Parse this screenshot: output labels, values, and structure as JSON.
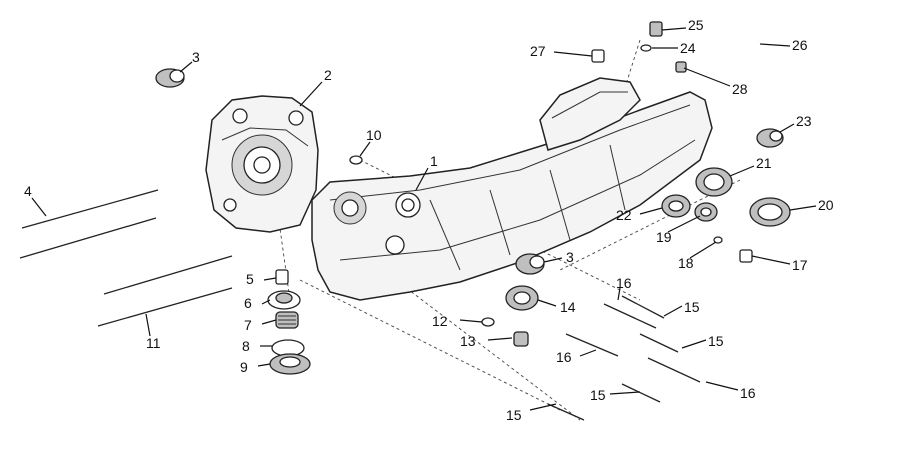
{
  "diagram": {
    "callouts": [
      {
        "id": "c1",
        "text": "1"
      },
      {
        "id": "c2",
        "text": "2"
      },
      {
        "id": "c3a",
        "text": "3"
      },
      {
        "id": "c3b",
        "text": "3"
      },
      {
        "id": "c4",
        "text": "4"
      },
      {
        "id": "c5",
        "text": "5"
      },
      {
        "id": "c6",
        "text": "6"
      },
      {
        "id": "c7",
        "text": "7"
      },
      {
        "id": "c8",
        "text": "8"
      },
      {
        "id": "c9",
        "text": "9"
      },
      {
        "id": "c10",
        "text": "10"
      },
      {
        "id": "c11",
        "text": "11"
      },
      {
        "id": "c12",
        "text": "12"
      },
      {
        "id": "c13",
        "text": "13"
      },
      {
        "id": "c14",
        "text": "14"
      },
      {
        "id": "c15a",
        "text": "15"
      },
      {
        "id": "c15b",
        "text": "15"
      },
      {
        "id": "c15c",
        "text": "15"
      },
      {
        "id": "c15d",
        "text": "15"
      },
      {
        "id": "c16a",
        "text": "16"
      },
      {
        "id": "c16b",
        "text": "16"
      },
      {
        "id": "c16c",
        "text": "16"
      },
      {
        "id": "c17",
        "text": "17"
      },
      {
        "id": "c18",
        "text": "18"
      },
      {
        "id": "c19",
        "text": "19"
      },
      {
        "id": "c20",
        "text": "20"
      },
      {
        "id": "c21",
        "text": "21"
      },
      {
        "id": "c22",
        "text": "22"
      },
      {
        "id": "c23",
        "text": "23"
      },
      {
        "id": "c24",
        "text": "24"
      },
      {
        "id": "c25",
        "text": "25"
      },
      {
        "id": "c26",
        "text": "26"
      },
      {
        "id": "c27",
        "text": "27"
      },
      {
        "id": "c28",
        "text": "28"
      }
    ]
  }
}
